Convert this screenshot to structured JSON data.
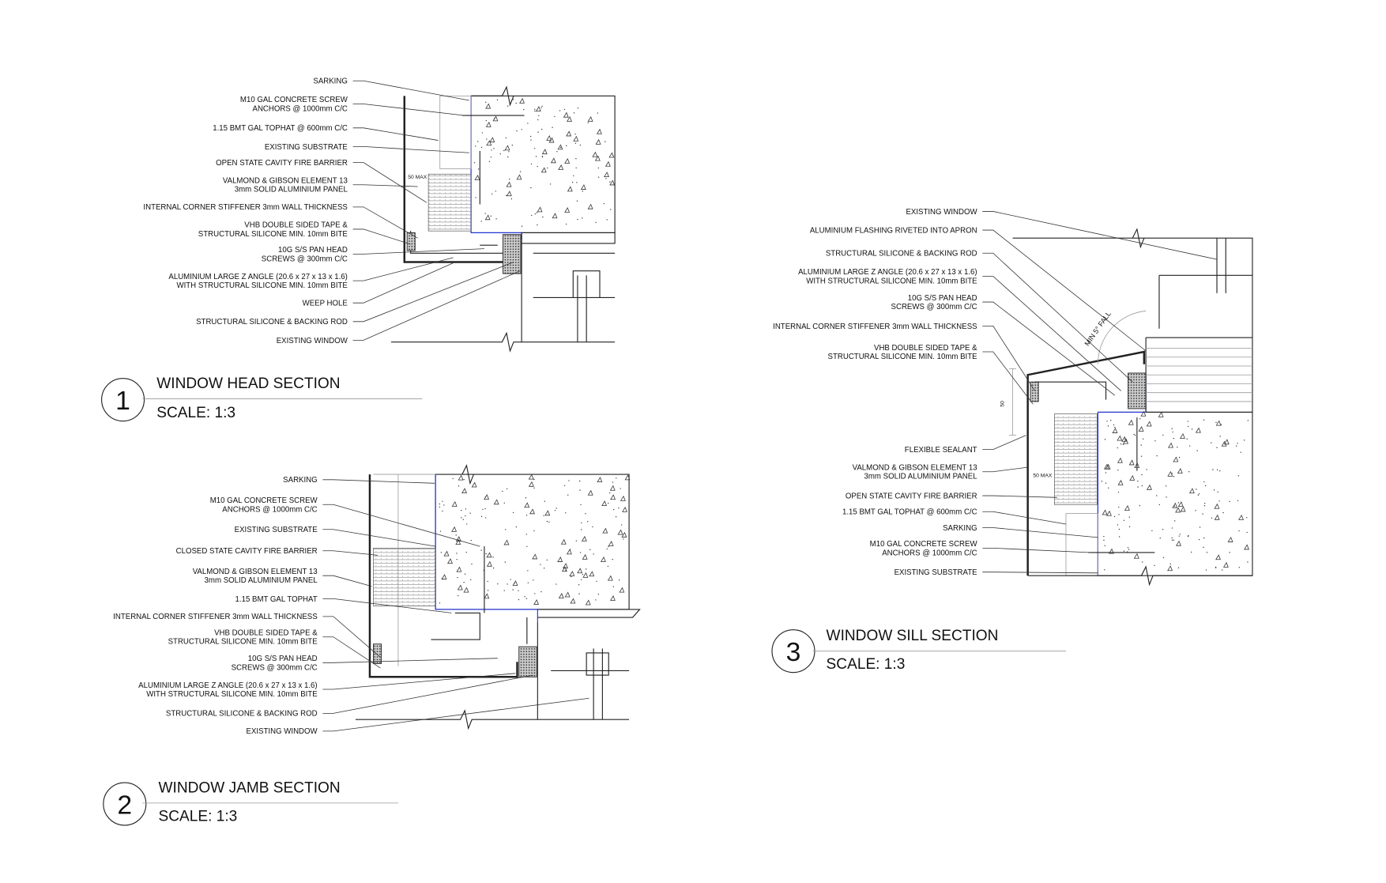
{
  "details": [
    {
      "number": "1",
      "title": "WINDOW HEAD SECTION",
      "scale": "SCALE: 1:3",
      "dimension": "50 MAX",
      "labels": [
        [
          "SARKING"
        ],
        [
          "M10 GAL CONCRETE SCREW",
          "ANCHORS @ 1000mm C/C"
        ],
        [
          "1.15 BMT GAL TOPHAT @ 600mm C/C"
        ],
        [
          "EXISTING SUBSTRATE"
        ],
        [
          "OPEN STATE CAVITY FIRE BARRIER"
        ],
        [
          "VALMOND & GIBSON ELEMENT 13",
          "3mm SOLID ALUMINIUM PANEL"
        ],
        [
          "INTERNAL CORNER STIFFENER 3mm WALL THICKNESS"
        ],
        [
          "VHB DOUBLE SIDED TAPE &",
          "STRUCTURAL SILICONE MIN. 10mm BITE"
        ],
        [
          "10G S/S PAN HEAD",
          "SCREWS @ 300mm C/C"
        ],
        [
          "ALUMINIUM LARGE Z ANGLE (20.6 x 27 x 13 x 1.6)",
          "WITH STRUCTURAL SILICONE MIN. 10mm BITE"
        ],
        [
          "WEEP HOLE"
        ],
        [
          "STRUCTURAL SILICONE & BACKING ROD"
        ],
        [
          "EXISTING WINDOW"
        ]
      ]
    },
    {
      "number": "2",
      "title": "WINDOW JAMB SECTION",
      "scale": "SCALE: 1:3",
      "labels": [
        [
          "SARKING"
        ],
        [
          "M10 GAL CONCRETE SCREW",
          "ANCHORS @ 1000mm C/C"
        ],
        [
          "EXISTING SUBSTRATE"
        ],
        [
          "CLOSED STATE CAVITY FIRE BARRIER"
        ],
        [
          "VALMOND & GIBSON ELEMENT 13",
          "3mm SOLID ALUMINIUM PANEL"
        ],
        [
          "1.15 BMT GAL TOPHAT"
        ],
        [
          "INTERNAL CORNER STIFFENER 3mm WALL THICKNESS"
        ],
        [
          "VHB DOUBLE SIDED TAPE &",
          "STRUCTURAL SILICONE MIN. 10mm BITE"
        ],
        [
          "10G S/S PAN HEAD",
          "SCREWS @ 300mm C/C"
        ],
        [
          "ALUMINIUM LARGE Z ANGLE (20.6 x 27 x 13 x 1.6)",
          "WITH STRUCTURAL SILICONE MIN. 10mm BITE"
        ],
        [
          "STRUCTURAL SILICONE & BACKING ROD"
        ],
        [
          "EXISTING WINDOW"
        ]
      ]
    },
    {
      "number": "3",
      "title": "WINDOW SILL SECTION",
      "scale": "SCALE: 1:3",
      "dimension": "50 MAX",
      "dimension_height": "50",
      "fall_note": "MIN 5° FALL",
      "labels": [
        [
          "EXISTING WINDOW"
        ],
        [
          "ALUMINIUM FLASHING RIVETED INTO APRON"
        ],
        [
          "STRUCTURAL SILICONE & BACKING ROD"
        ],
        [
          "ALUMINIUM LARGE Z ANGLE (20.6 x 27 x 13 x 1.6)",
          "WITH STRUCTURAL SILICONE MIN. 10mm BITE"
        ],
        [
          "10G S/S PAN HEAD",
          "SCREWS @ 300mm C/C"
        ],
        [
          "INTERNAL CORNER STIFFENER 3mm WALL THICKNESS"
        ],
        [
          "VHB DOUBLE SIDED TAPE &",
          "STRUCTURAL SILICONE MIN. 10mm BITE"
        ],
        [
          "FLEXIBLE SEALANT"
        ],
        [
          "VALMOND & GIBSON ELEMENT 13",
          "3mm SOLID ALUMINIUM PANEL"
        ],
        [
          "OPEN STATE CAVITY FIRE BARRIER"
        ],
        [
          "1.15 BMT GAL TOPHAT @ 600mm C/C"
        ],
        [
          "SARKING"
        ],
        [
          "M10 GAL CONCRETE SCREW",
          "ANCHORS @ 1000mm C/C"
        ],
        [
          "EXISTING SUBSTRATE"
        ]
      ]
    }
  ]
}
